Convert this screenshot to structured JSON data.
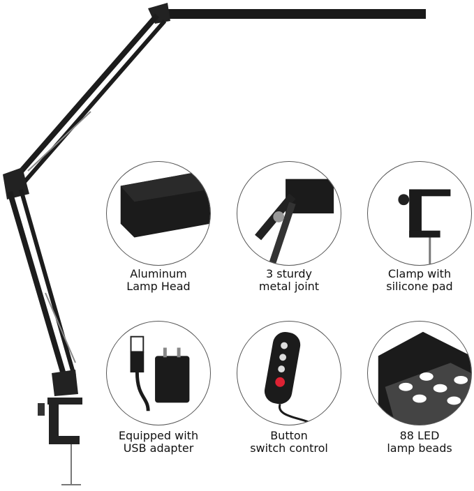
{
  "features": [
    {
      "line1": "Aluminum",
      "line2": "Lamp Head",
      "icon": "lamp-head-image"
    },
    {
      "line1": "3 sturdy",
      "line2": "metal joint",
      "icon": "metal-joint-image"
    },
    {
      "line1": "Clamp with",
      "line2": "silicone pad",
      "icon": "clamp-image"
    },
    {
      "line1": "Equipped with",
      "line2": "USB adapter",
      "icon": "usb-adapter-image"
    },
    {
      "line1": "Button",
      "line2": "switch control",
      "icon": "button-switch-image"
    },
    {
      "line1": "88 LED",
      "line2": "lamp beads",
      "icon": "led-beads-image"
    }
  ]
}
